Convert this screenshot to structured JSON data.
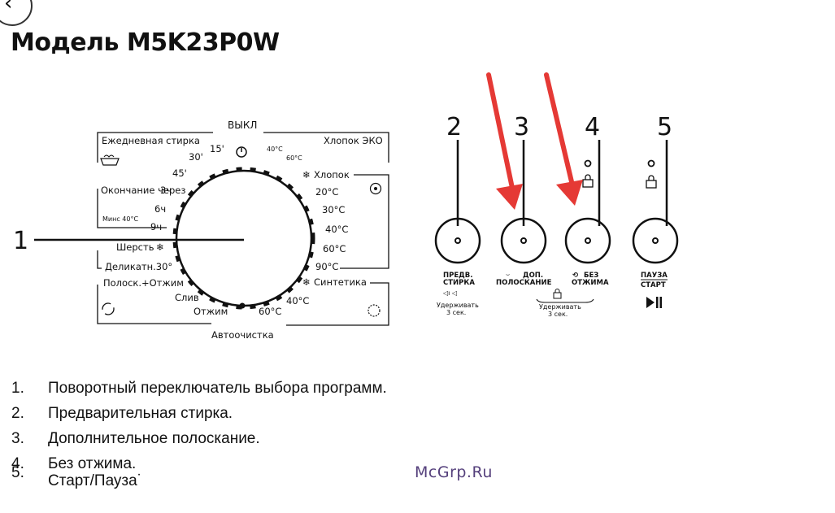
{
  "page": {
    "title": "Модель M5K23P0W",
    "watermark": "McGrp.Ru"
  },
  "dial": {
    "callout": "1",
    "off_label": "ВЫКЛ",
    "off_icon": "power-icon",
    "groups": {
      "top_left": "Ежедневная стирка",
      "top_right": "Хлопок ЭКО",
      "delay": "Окончание через",
      "delay_min": "Минс 40°С",
      "cotton": "Хлопок",
      "wool": "Шерсть",
      "delicates": "Деликатн.30°",
      "rinse": "Полоск.+Отжим",
      "drain": "Слив",
      "spin": "Отжим",
      "self_clean": "Автоочистка",
      "synthetic": "Синтетика"
    },
    "labels": [
      "15'",
      "30'",
      "45'",
      "3ч",
      "6ч",
      "9ч",
      "20°С",
      "30°С",
      "40°С",
      "60°С",
      "90°С",
      "40°С",
      "60°С"
    ],
    "eco_temps": [
      "40°С",
      "60°С"
    ]
  },
  "buttons": [
    {
      "number": "2",
      "label_line1": "ПРЕДВ.",
      "label_line2": "СТИРКА",
      "extra1": "Удерживать",
      "extra2": "3 сек."
    },
    {
      "number": "3",
      "label_line1": "ДОП.",
      "label_line2": "ПОЛОСКАНИЕ",
      "extra1": "",
      "extra2": ""
    },
    {
      "number": "4",
      "label_line1": "БЕЗ",
      "label_line2": "ОТЖИМА",
      "extra1": "",
      "extra2": ""
    },
    {
      "number": "5",
      "label_line1": "ПАУЗА",
      "label_line2": "СТАРТ",
      "extra1": "",
      "extra2": ""
    }
  ],
  "hold_shared": {
    "line1": "Удерживать",
    "line2": "3 сек."
  },
  "arrow_color": "#e53935",
  "legend": [
    {
      "n": "1.",
      "text": "Поворотный переключатель выбора программ."
    },
    {
      "n": "2.",
      "text": "Предварительная стирка."
    },
    {
      "n": "3.",
      "text": "Дополнительное полоскание."
    },
    {
      "n": "4.",
      "text": "Без отжима."
    },
    {
      "n": "5.",
      "text": "Старт/Пауза˙"
    }
  ]
}
